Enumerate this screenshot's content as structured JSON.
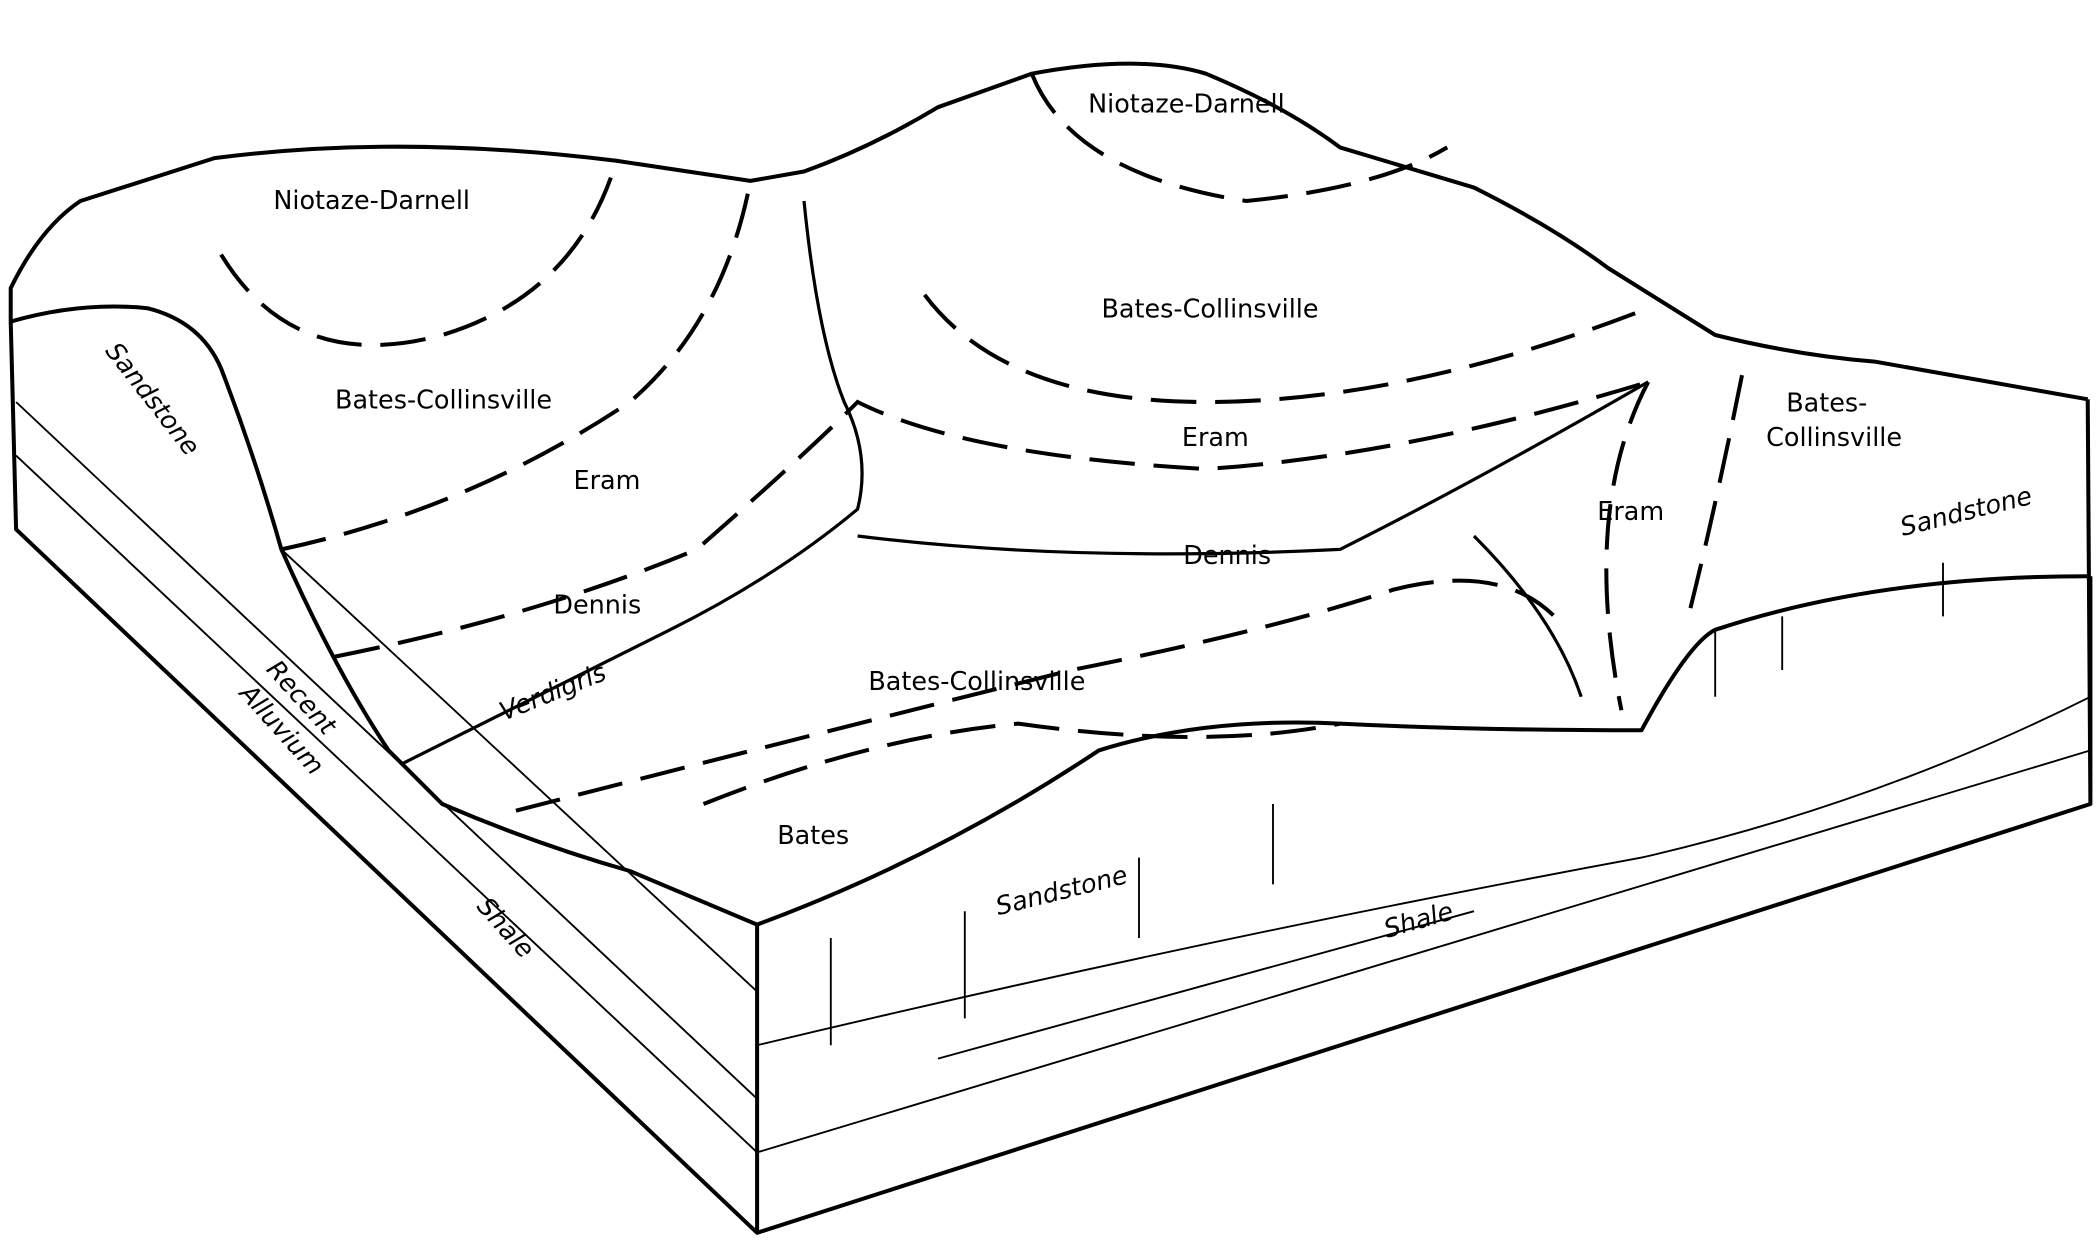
{
  "diagram": {
    "soil_labels": {
      "niotaze_darnell_left": "Niotaze-Darnell",
      "niotaze_darnell_right": "Niotaze-Darnell",
      "bates_collinsville_left": "Bates-Collinsville",
      "bates_collinsville_center": "Bates-Collinsville",
      "bates_collinsville_right_1": "Bates-",
      "bates_collinsville_right_2": "Collinsville",
      "bates_collinsville_bottom": "Bates-Collinsville",
      "eram_left": "Eram",
      "eram_center": "Eram",
      "eram_right": "Eram",
      "dennis_left": "Dennis",
      "dennis_center": "Dennis",
      "bates": "Bates"
    },
    "feature_labels": {
      "river": "Verdigris",
      "alluvium_1": "Recent",
      "alluvium_2": "Alluvium"
    },
    "rock_labels": {
      "sandstone_left": "Sandstone",
      "sandstone_front": "Sandstone",
      "sandstone_right": "Sandstone",
      "shale_left": "Shale",
      "shale_front": "Shale"
    }
  }
}
